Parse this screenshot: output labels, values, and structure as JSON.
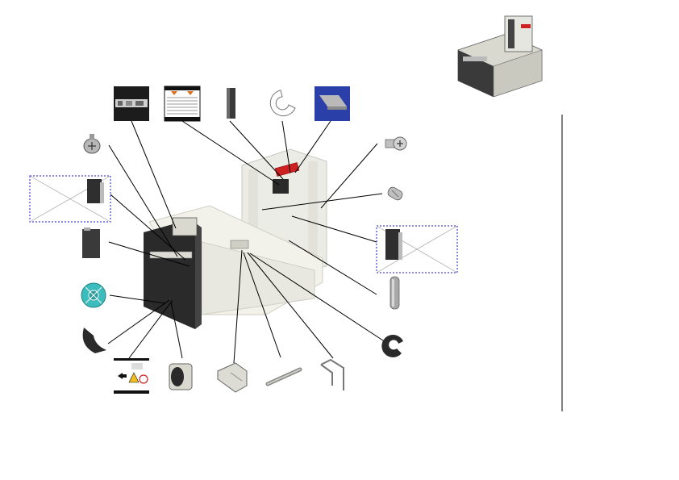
{
  "diagram": {
    "kind": "exploded-parts-view",
    "colors": {
      "background": "#ffffff",
      "leader_line": "#000000",
      "placeholder_border": "#1a1acc",
      "part_dark": "#2a2a2a",
      "part_frame": "#d9d9d0",
      "accent_red": "#cc2222",
      "accent_cyan": "#3cbcbc",
      "label_dark": "#111111",
      "label_orange": "#e07020",
      "label_blue": "#2a40a8",
      "strip_gray": "#b8b8b8",
      "divider": "#000000"
    },
    "parts": [
      {
        "id": "screw-left",
        "icon": "screw-icon"
      },
      {
        "id": "placeholder-left",
        "icon": "missing-image-placeholder"
      },
      {
        "id": "bracket-left",
        "icon": "bracket-icon"
      },
      {
        "id": "gear-wheel",
        "icon": "gear-wheel-icon"
      },
      {
        "id": "clip-c",
        "icon": "c-clip-icon"
      },
      {
        "id": "warning-label",
        "icon": "warning-label-icon"
      },
      {
        "id": "bushing",
        "icon": "bushing-icon"
      },
      {
        "id": "spring-plate",
        "icon": "spring-plate-icon"
      },
      {
        "id": "shaft-pin",
        "icon": "shaft-pin-icon"
      },
      {
        "id": "wire-hook",
        "icon": "wire-hook-icon"
      },
      {
        "id": "e-ring-right",
        "icon": "e-ring-icon"
      },
      {
        "id": "rod-pin",
        "icon": "rod-pin-icon"
      },
      {
        "id": "placeholder-right",
        "icon": "missing-image-placeholder"
      },
      {
        "id": "spring-roller",
        "icon": "spring-roller-icon"
      },
      {
        "id": "screw-right",
        "icon": "screw-icon"
      },
      {
        "id": "label-dark-strip",
        "icon": "label-strip-icon"
      },
      {
        "id": "label-stripes",
        "icon": "striped-label-icon"
      },
      {
        "id": "bar-pad",
        "icon": "pad-bar-icon"
      },
      {
        "id": "e-ring-top",
        "icon": "e-ring-icon"
      },
      {
        "id": "label-blue",
        "icon": "blue-label-icon"
      }
    ]
  }
}
